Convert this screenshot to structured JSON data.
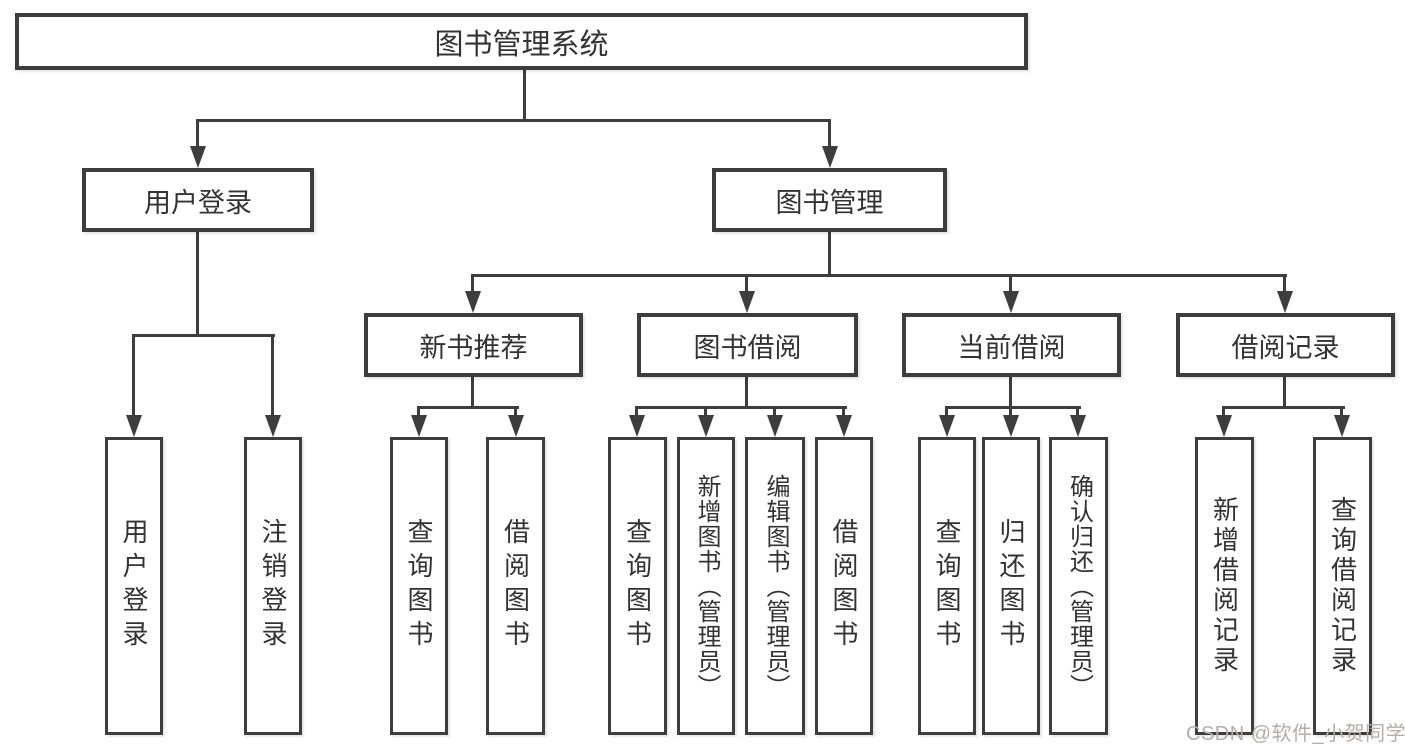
{
  "nodes": {
    "root": {
      "label": "图书管理系统"
    },
    "user_login": {
      "label": "用户登录"
    },
    "book_mgmt": {
      "label": "图书管理"
    },
    "new_book_rec": {
      "label": "新书推荐"
    },
    "book_borrow": {
      "label": "图书借阅"
    },
    "current_borrow": {
      "label": "当前借阅"
    },
    "borrow_record": {
      "label": "借阅记录"
    },
    "leaf_user_login": {
      "label": "用户登录"
    },
    "leaf_logout": {
      "label": "注销登录"
    },
    "leaf_query_book_1": {
      "label": "查询图书"
    },
    "leaf_borrow_book_1": {
      "label": "借阅图书"
    },
    "leaf_query_book_2": {
      "label": "查询图书"
    },
    "leaf_add_book": {
      "label": "新增图书（管理员）"
    },
    "leaf_edit_book": {
      "label": "编辑图书（管理员）"
    },
    "leaf_borrow_book_2": {
      "label": "借阅图书"
    },
    "leaf_query_book_3": {
      "label": "查询图书"
    },
    "leaf_return_book": {
      "label": "归还图书"
    },
    "leaf_confirm_return": {
      "label": "确认归还（管理员）"
    },
    "leaf_add_borrow_record": {
      "label": "新增借阅记录"
    },
    "leaf_query_borrow_record": {
      "label": "查询借阅记录"
    }
  },
  "icons": {
    "arrowhead": "arrow-down"
  },
  "colors": {
    "line": "#3d3d3d",
    "background": "#ffffff",
    "text": "#333333",
    "watermark": "#b6acac"
  },
  "watermark": {
    "text": "CSDN @软件_小贺同学"
  }
}
